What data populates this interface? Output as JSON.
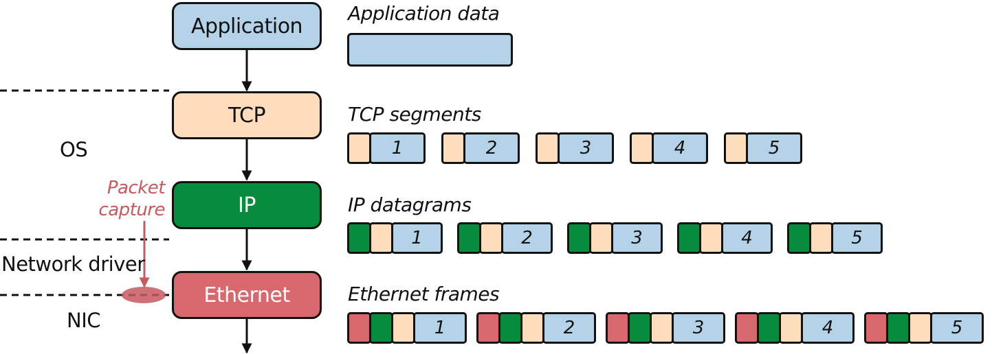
{
  "colors": {
    "application": "#b4d3e8",
    "tcp": "#fdddbb",
    "ip": "#078c3d",
    "ethernet": "#d7696e",
    "payload": "#b4d3e8",
    "capture": "#c7595f",
    "line": "#111111"
  },
  "layers": {
    "application": "Application",
    "tcp": "TCP",
    "ip": "IP",
    "ethernet": "Ethernet"
  },
  "side_labels": {
    "os": "OS",
    "network_driver": "Network driver",
    "nic": "NIC"
  },
  "capture": {
    "line1": "Packet",
    "line2": "capture"
  },
  "rows": {
    "application_data": "Application data",
    "tcp_segments": "TCP segments",
    "ip_datagrams": "IP datagrams",
    "ethernet_frames": "Ethernet frames"
  },
  "segments": [
    "1",
    "2",
    "3",
    "4",
    "5"
  ]
}
